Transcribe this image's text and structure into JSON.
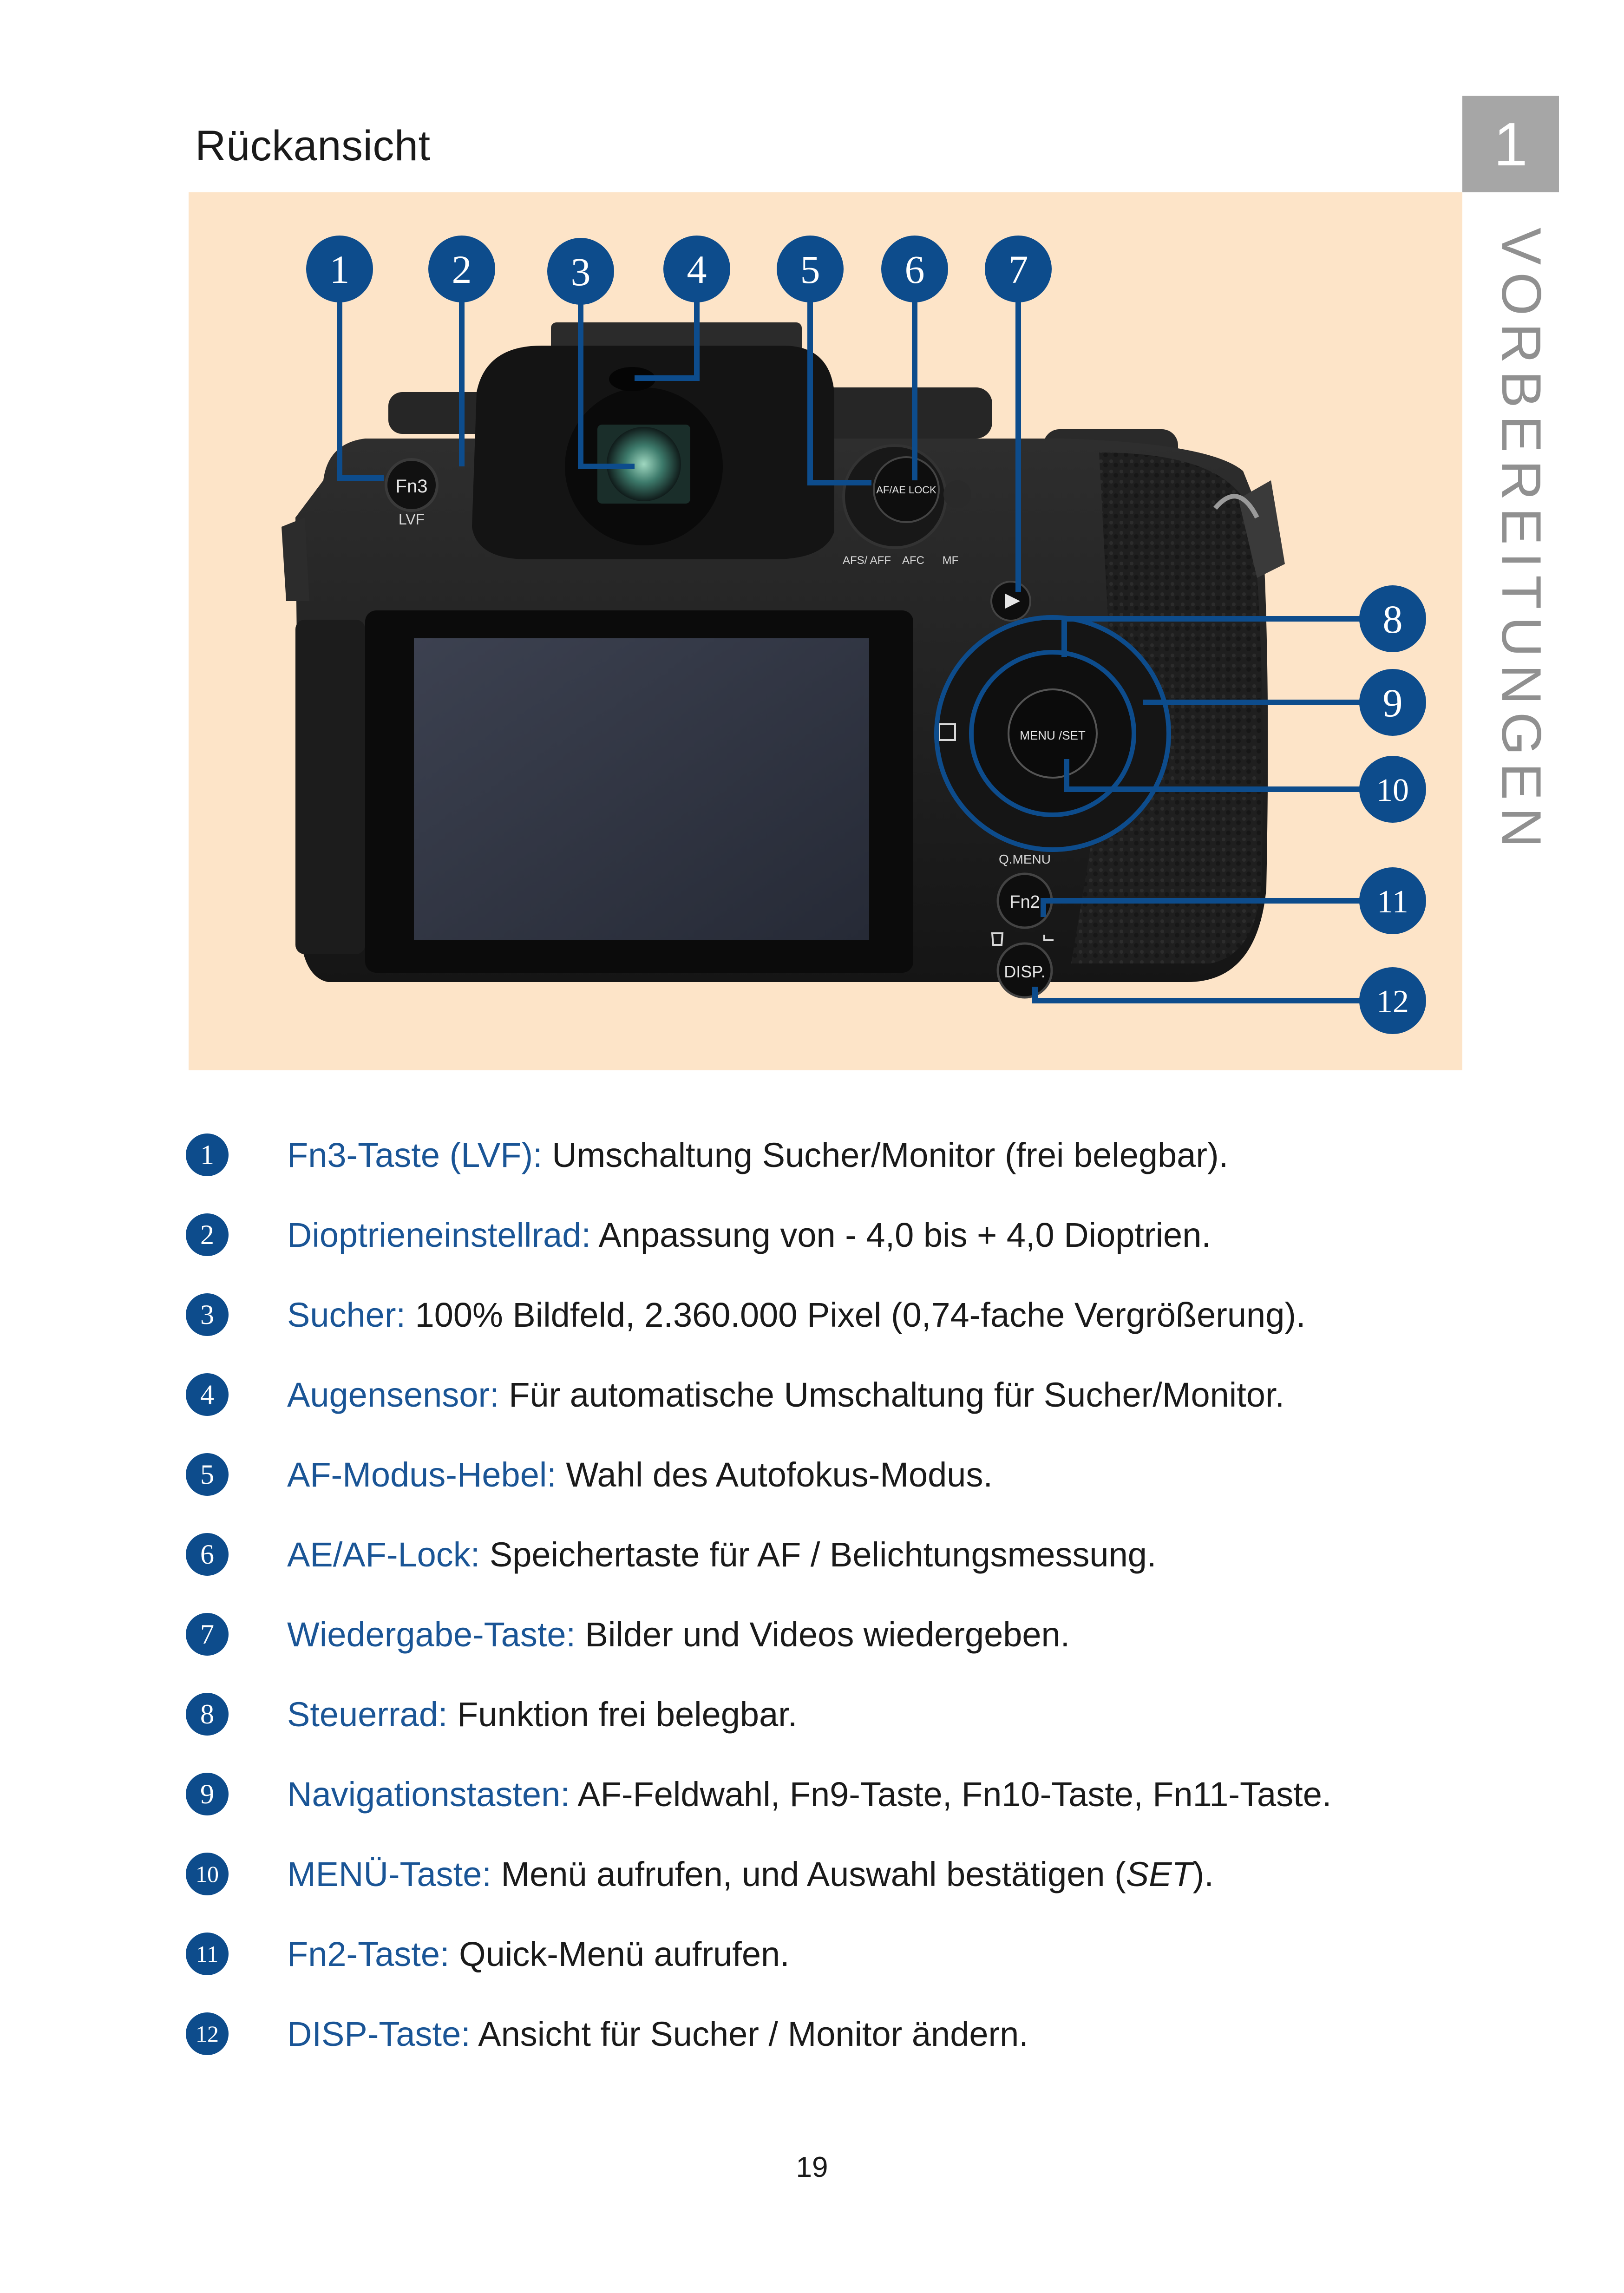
{
  "page": {
    "heading": "Rückansicht",
    "chapter_number": "1",
    "chapter_label": "VORBEREITUNGEN",
    "page_number": "19"
  },
  "figure": {
    "callout_numbers": [
      "1",
      "2",
      "3",
      "4",
      "5",
      "6",
      "7",
      "8",
      "9",
      "10",
      "11",
      "12"
    ],
    "camera_labels": {
      "fn3": "Fn3",
      "lvf": "LVF",
      "af_ae_lock": "AF/AE LOCK",
      "afs_aff": "AFS/ AFF",
      "afc": "AFC",
      "mf": "MF",
      "menu_set": "MENU /SET",
      "q_menu": "Q.MENU",
      "fn2": "Fn2",
      "disp": "DISP."
    },
    "colors": {
      "callout": "#0d4c8c",
      "background": "#fde4c8",
      "body": "#1c1c1c"
    }
  },
  "legend": [
    {
      "number": "1",
      "term": "Fn3-Taste (LVF):",
      "description": "Umschaltung Sucher/Monitor (frei belegbar)."
    },
    {
      "number": "2",
      "term": "Dioptrieneinstellrad:",
      "description": "Anpassung von - 4,0 bis + 4,0 Dioptrien."
    },
    {
      "number": "3",
      "term": "Sucher:",
      "description": "100% Bildfeld, 2.360.000 Pixel (0,74-fache Vergrößerung)."
    },
    {
      "number": "4",
      "term": "Augensensor:",
      "description": "Für automatische Umschaltung für Sucher/Monitor."
    },
    {
      "number": "5",
      "term": "AF-Modus-Hebel:",
      "description": "Wahl des Autofokus-Modus."
    },
    {
      "number": "6",
      "term": "AE/AF-Lock:",
      "description": "Speichertaste für AF / Belichtungsmessung."
    },
    {
      "number": "7",
      "term": "Wiedergabe-Taste:",
      "description": "Bilder und Videos wiedergeben."
    },
    {
      "number": "8",
      "term": "Steuerrad:",
      "description": "Funktion frei belegbar."
    },
    {
      "number": "9",
      "term": "Navigationstasten:",
      "description": "AF-Feldwahl, Fn9-Taste, Fn10-Taste, Fn11-Taste."
    },
    {
      "number": "10",
      "term": "MENÜ-Taste:",
      "description": "Menü aufrufen, und Auswahl bestätigen (SET)."
    },
    {
      "number": "11",
      "term": "Fn2-Taste:",
      "description": "Quick-Menü aufrufen."
    },
    {
      "number": "12",
      "term": "DISP-Taste:",
      "description": "Ansicht für Sucher / Monitor ändern."
    }
  ]
}
